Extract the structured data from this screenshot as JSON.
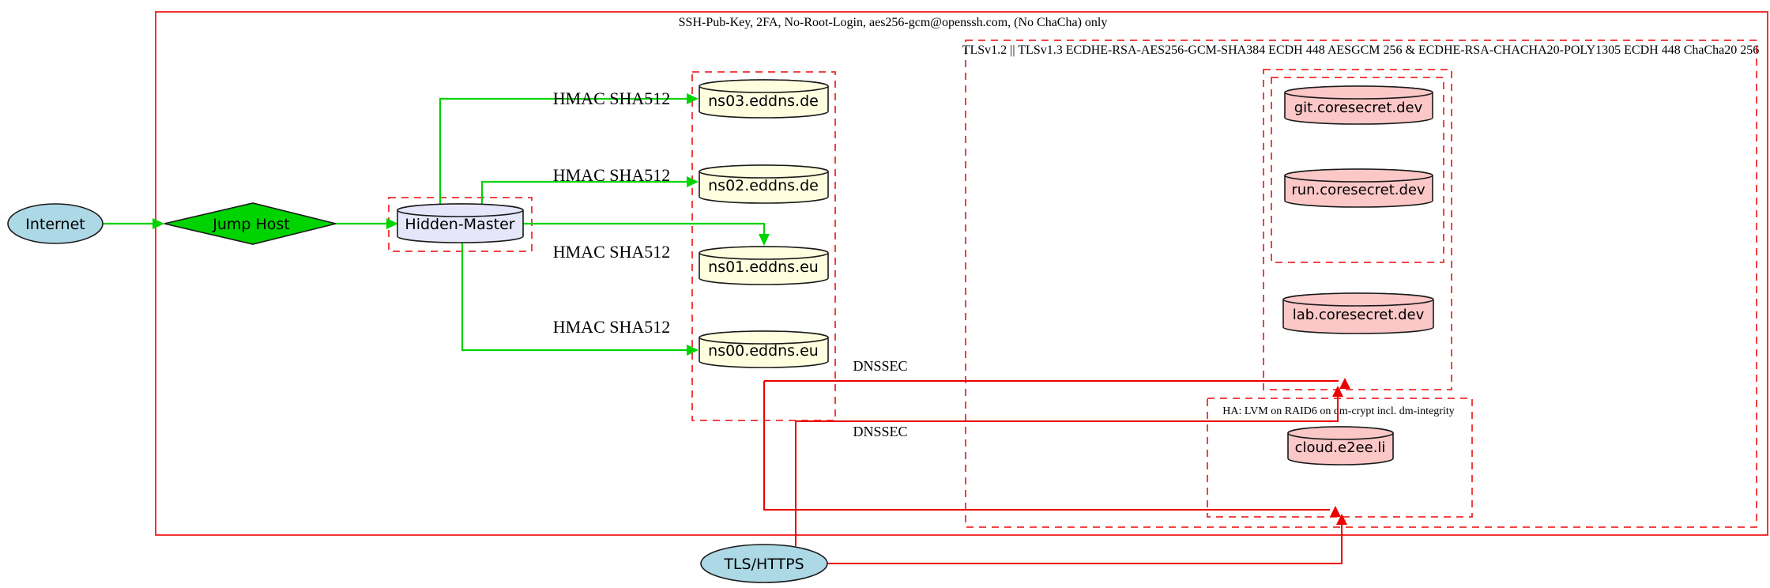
{
  "colors": {
    "edge_green": "#00D400",
    "diamond_green": "#00D400",
    "red_solid": "#EE0000",
    "red_dashed": "#F12B2B",
    "lightblue": "#ADD8E6",
    "lavender": "#E6E6FA",
    "lightyellow": "#FFFFE0",
    "pink": "#FBC7C7",
    "outline": "#1a1a1a"
  },
  "clusters": {
    "outer": {
      "label": "SSH-Pub-Key, 2FA, No-Root-Login, aes256-gcm@openssh.com, (No ChaCha) only"
    },
    "tls": {
      "label": "TLSv1.2 || TLSv1.3 ECDHE-RSA-AES256-GCM-SHA384 ECDH 448 AESGCM 256 & ECDHE-RSA-CHACHA20-POLY1305 ECDH 448 ChaCha20 256"
    },
    "ha": {
      "label": "HA: LVM on RAID6 on dm-crypt incl. dm-integrity"
    }
  },
  "nodes": {
    "internet": "Internet",
    "jump_host": "Jump Host",
    "hidden_master": "Hidden-Master",
    "ns03": "ns03.eddns.de",
    "ns02": "ns02.eddns.de",
    "ns01": "ns01.eddns.eu",
    "ns00": "ns00.eddns.eu",
    "git": "git.coresecret.dev",
    "run": "run.coresecret.dev",
    "lab": "lab.coresecret.dev",
    "cloud": "cloud.e2ee.li",
    "tls_https": "TLS/HTTPS"
  },
  "edge_labels": {
    "hmac_ns03": "HMAC SHA512",
    "hmac_ns02": "HMAC SHA512",
    "hmac_ns01": "HMAC SHA512",
    "hmac_ns00": "HMAC SHA512",
    "dnssec_1": "DNSSEC",
    "dnssec_2": "DNSSEC"
  }
}
